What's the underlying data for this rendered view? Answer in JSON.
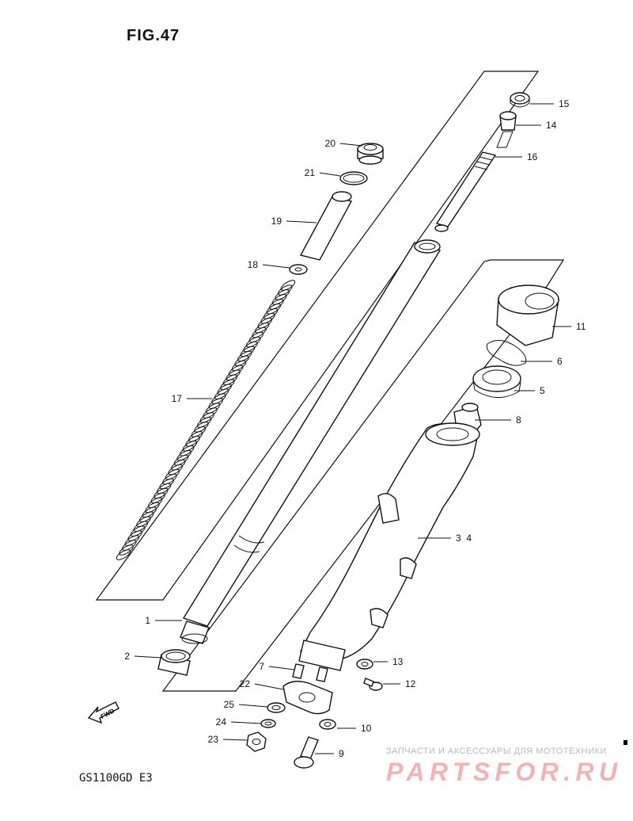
{
  "figure": {
    "title": "FIG.47",
    "model_code": "GS1100GD  E3"
  },
  "parts": [
    {
      "id": "p1",
      "label": "1"
    },
    {
      "id": "p2",
      "label": "2"
    },
    {
      "id": "p34",
      "label": "3  4"
    },
    {
      "id": "p5",
      "label": "5"
    },
    {
      "id": "p6",
      "label": "6"
    },
    {
      "id": "p7",
      "label": "7"
    },
    {
      "id": "p8",
      "label": "8"
    },
    {
      "id": "p9",
      "label": "9"
    },
    {
      "id": "p10",
      "label": "10"
    },
    {
      "id": "p11",
      "label": "11"
    },
    {
      "id": "p12",
      "label": "12"
    },
    {
      "id": "p13",
      "label": "13"
    },
    {
      "id": "p14",
      "label": "14"
    },
    {
      "id": "p15",
      "label": "15"
    },
    {
      "id": "p16",
      "label": "16"
    },
    {
      "id": "p17",
      "label": "17"
    },
    {
      "id": "p18",
      "label": "18"
    },
    {
      "id": "p19",
      "label": "19"
    },
    {
      "id": "p20",
      "label": "20"
    },
    {
      "id": "p21",
      "label": "21"
    },
    {
      "id": "p22",
      "label": "22"
    },
    {
      "id": "p23",
      "label": "23"
    },
    {
      "id": "p24",
      "label": "24"
    },
    {
      "id": "p25",
      "label": "25"
    }
  ],
  "fwd_label": "FWD",
  "watermark": {
    "tagline": "ЗАПЧАСТИ И АКСЕССУАРЫ ДЛЯ МОТОТЕХНИКИ",
    "logo": "PARTSFOR.RU",
    "colors": {
      "logo": "#f3b3b3",
      "tagline": "#b9b9b9"
    }
  }
}
